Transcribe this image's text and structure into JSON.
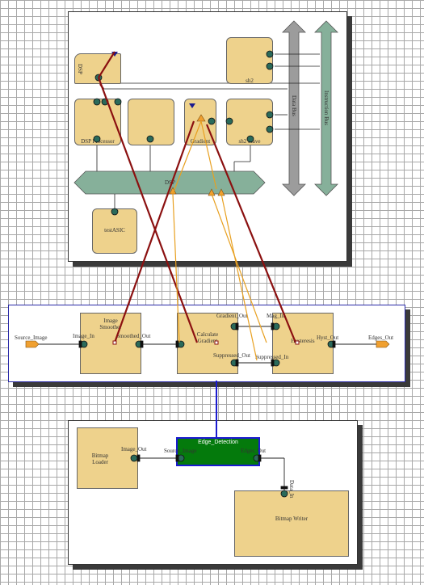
{
  "top_diagram": {
    "blocks": {
      "dsp_small": "DSP",
      "sh2_top": "sh2",
      "dsp_processor": "DSP Processor",
      "unnamed": "",
      "gradient": "Gradient",
      "sh2_slave": "sh2 Slave",
      "testasic": "testASIC"
    },
    "buses": {
      "dsp_bus": "DSP",
      "data_bus": "Data Bus",
      "instruction_bus": "Instruction Bus"
    }
  },
  "middle_diagram": {
    "source_label": "Source_Image",
    "edges_out_label": "Edges_Out",
    "image_smoother": "Image Smoother",
    "calculate_gradient": "Calculate Gradient",
    "hysteresis": "Hysteresis",
    "ports": {
      "image_in": "Image_In",
      "smoothed_out": "Smoothed_Out",
      "gradient_out": "Gradient_Out",
      "suppressed_out": "Suppressed_Out",
      "mag_in": "Mag_In",
      "suppressed_in": "Suppressed_In",
      "hyst_out": "Hyst_Out"
    }
  },
  "bottom_diagram": {
    "bitmap_loader": "Bitmap Loader",
    "bitmap_writer": "Bitmap Writer",
    "edge_detection": "Edge_Detection",
    "ports": {
      "image_out": "Image_Out",
      "source_image": "Source_Image",
      "edges_out": "Edges_Out",
      "data_in": "Data_In"
    }
  },
  "colors": {
    "block": "#eed28c",
    "bus": "#86b09a",
    "data_bus": "#9c9c9c",
    "mapping_line": "#8b1010",
    "mapping_line_alt": "#e8a020",
    "highlight_border": "#1a1ad0",
    "edge_detection_fill": "#047a0c"
  }
}
